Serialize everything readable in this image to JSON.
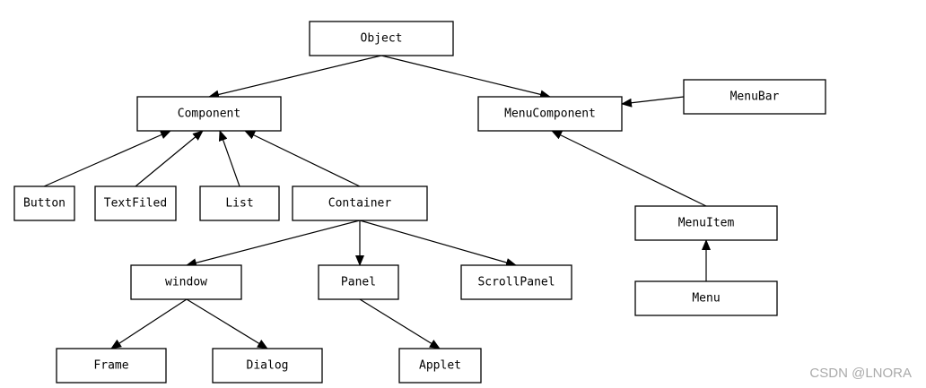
{
  "nodes": {
    "object": "Object",
    "component": "Component",
    "menucomponent": "MenuComponent",
    "menubar": "MenuBar",
    "button": "Button",
    "textfiled": "TextFiled",
    "list": "List",
    "container": "Container",
    "menuitem": "MenuItem",
    "window": "window",
    "panel": "Panel",
    "scrollpanel": "ScrollPanel",
    "menu": "Menu",
    "frame": "Frame",
    "dialog": "Dialog",
    "applet": "Applet"
  },
  "edges": [
    {
      "from": "component",
      "to": "object"
    },
    {
      "from": "menucomponent",
      "to": "object"
    },
    {
      "from": "menubar",
      "to": "menucomponent"
    },
    {
      "from": "button",
      "to": "component"
    },
    {
      "from": "textfiled",
      "to": "component"
    },
    {
      "from": "list",
      "to": "component"
    },
    {
      "from": "container",
      "to": "component"
    },
    {
      "from": "menuitem",
      "to": "menucomponent"
    },
    {
      "from": "menu",
      "to": "menuitem"
    },
    {
      "from": "container",
      "to": "window"
    },
    {
      "from": "container",
      "to": "panel"
    },
    {
      "from": "container",
      "to": "scrollpanel"
    },
    {
      "from": "window",
      "to": "frame"
    },
    {
      "from": "window",
      "to": "dialog"
    },
    {
      "from": "panel",
      "to": "applet"
    }
  ],
  "watermark": "CSDN @LNORA"
}
